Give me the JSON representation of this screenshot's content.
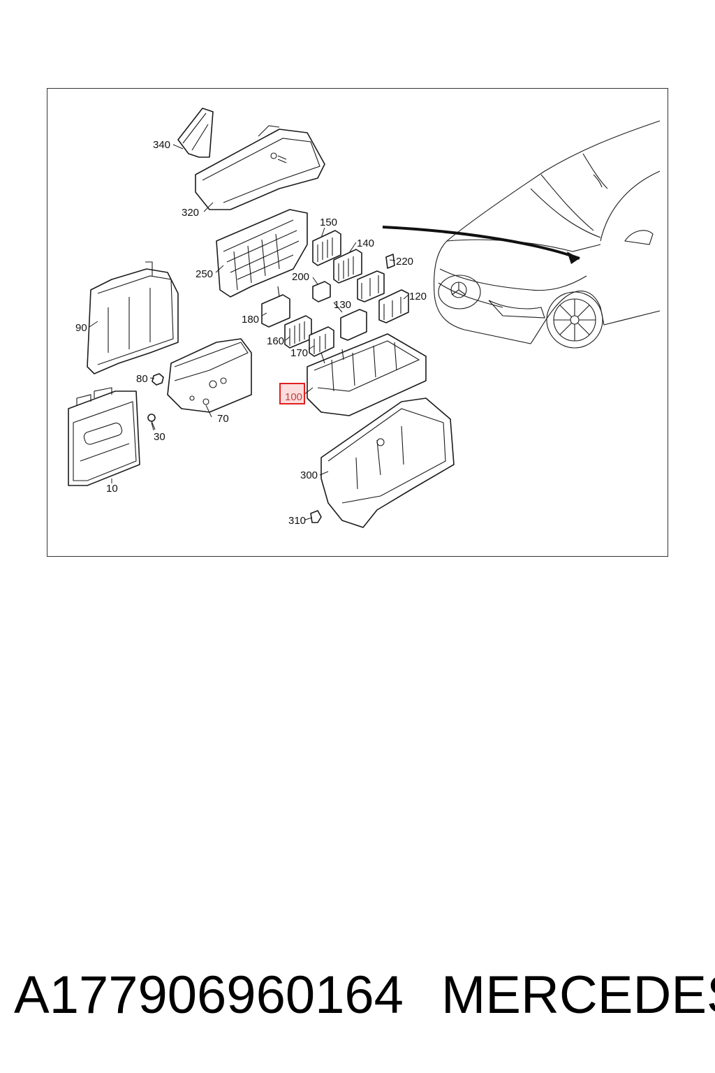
{
  "diagram": {
    "callouts": {
      "c340": "340",
      "c320": "320",
      "c250": "250",
      "c150": "150",
      "c140": "140",
      "c220": "220",
      "c200": "200",
      "c130": "130",
      "c120": "120",
      "c90": "90",
      "c180": "180",
      "c160": "160",
      "c170": "170",
      "c80": "80",
      "c100": "100",
      "c70": "70",
      "c30": "30",
      "c10": "10",
      "c300": "300",
      "c310": "310"
    },
    "highlighted_callout": "100",
    "highlight_color": "#e02020"
  },
  "caption": {
    "part_number": "A177906960164",
    "brand": "MERCEDES"
  }
}
